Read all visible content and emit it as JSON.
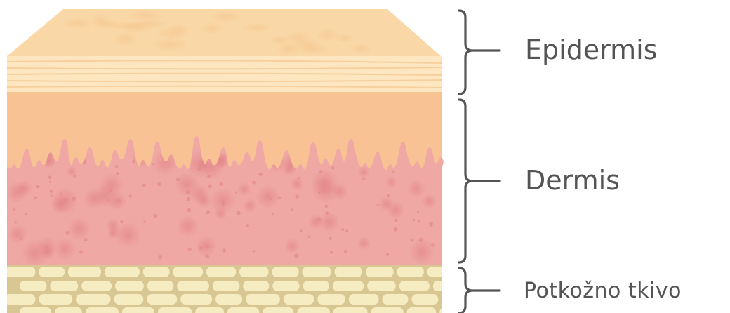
{
  "labels": {
    "epidermis": "Epidermis",
    "dermis": "Dermis",
    "subcutaneous": "Potkožno tkivo"
  },
  "colors": {
    "epidermis_top": "#f9d7a6",
    "epidermis_stripes": "#fde6c0",
    "epidermis_lower": "#f8c294",
    "dermis": "#efa8a4",
    "dermis_spots": "#e48a8c",
    "fat_background": "#d8c793",
    "fat_cells": "#f6ecc2",
    "label_text": "#545454",
    "bracket": "#555555"
  }
}
